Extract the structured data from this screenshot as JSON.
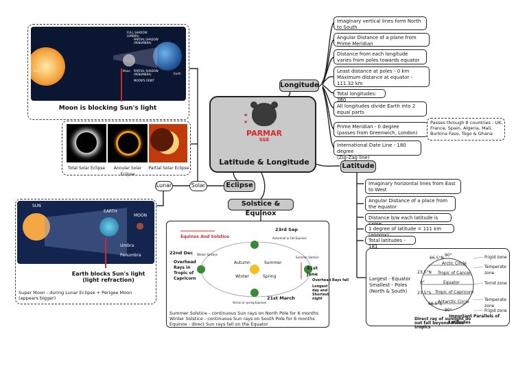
{
  "center": {
    "brand_line1": "PARMAR",
    "brand_line2": "SSE",
    "title": "Latitude & Longitude"
  },
  "branches": {
    "longitude": "Longitude",
    "latitude": "Latitude",
    "eclipse": "Eclipse",
    "solstice": "Solstice & Equinox",
    "solar": "Solar",
    "lunar": "Lunar"
  },
  "longitude_facts": [
    "Imaginary vertical lines form North to South",
    "Angular Distance of a plane from Prime Meridian",
    "Distance from each longitude varies from poles towards equator",
    "Least distance at poles - 0 km\nMaximum distance at equator - 111.32 km",
    "Total longitudes: 360",
    "All longitudes divide Earth into 2 equal parts",
    "Prime Meridian - 0 degree\n(passes from Greenwich, London)",
    "International Date Line - 180 degree\n(Zig-Zag line)"
  ],
  "prime_meridian_countries": "Passes through 8 countries - UK, France, Spain, Algeria, Mali, Burkina Faso, Togo & Ghana",
  "latitude_facts": [
    "Imaginary horizontal lines from East to West",
    "Angular Distance of a place from the equator",
    "Distance b/w each latitude is same",
    "1 degree of latitude = 111 km (approx)",
    "Total latitudes - 181"
  ],
  "latitude_image": {
    "caption": "Largest - Equator\nSmallest - Poles\n(North & South)",
    "zones": [
      "Frigid zone",
      "Temperate zone",
      "Torrid zone",
      "Temperate zone",
      "Frigid zone"
    ],
    "lines": [
      "90°",
      "66.5°N",
      "Arctic Circle",
      "Tropic of Cancer",
      "23.5°N",
      "Equator",
      "0°",
      "Tropic of Capricorn",
      "23.5°S",
      "Antarctic Circle",
      "66.5°S",
      "90°"
    ],
    "title": "Important Parallels of Latitudes",
    "note": "Direct ray of sunlight do not fall beyond these tropics"
  },
  "solar_eclipse_image": {
    "labels": [
      "Sun",
      "Moon",
      "Earth",
      "FULL SHADOW (UMBRA)",
      "PARTIAL SHADOW (PENUMBRA)",
      "PARTIAL SHADOW (PENUMBRA)",
      "MOON'S ORBIT"
    ],
    "caption": "Moon is blocking Sun's light"
  },
  "eclipse_types": [
    "Total Solar Eclipse",
    "Annular Solar Eclipse",
    "Partial Solar Eclipse"
  ],
  "lunar_image": {
    "sun": "SUN",
    "earth": "EARTH",
    "moon": "MOON",
    "umbra": "Umbra",
    "penumbra": "Penumbra",
    "caption": "Earth blocks Sun's light\n(light refraction)",
    "note": "Super Moon - during Lunar Eclipse + Perigee Moon\n(appears bigger)"
  },
  "solstice_image": {
    "heading": "Equinox And Solstice",
    "date_top": "23rd Sep",
    "date_left": "22nd Dec",
    "date_right": "21st June",
    "date_bottom": "21st March",
    "seasons": [
      "Autumn",
      "Summer",
      "Winter",
      "Spring"
    ],
    "left_note": "Overhead Rays in Tropic of Capricorn",
    "right_note1": "Overhead Rays fall",
    "right_note2": "Longest day and Shortest night",
    "small_top": "Autumnal or Fall Equinox",
    "small_left": "Winter Solstice",
    "small_right": "Summer Solstice",
    "small_bottom": "Vernal or spring Equinox",
    "facts": [
      "Summer Solstice - continuous Sun rays on North Pole for 6 months",
      "Winter Solstice - continuous Sun rays on South Pole for 6 months",
      "Equinox - direct Sun rays fall on the Equator"
    ]
  },
  "colors": {
    "branch_fill": "#c9c9c9",
    "accent_red": "#d62828",
    "space": "#0b1633"
  }
}
